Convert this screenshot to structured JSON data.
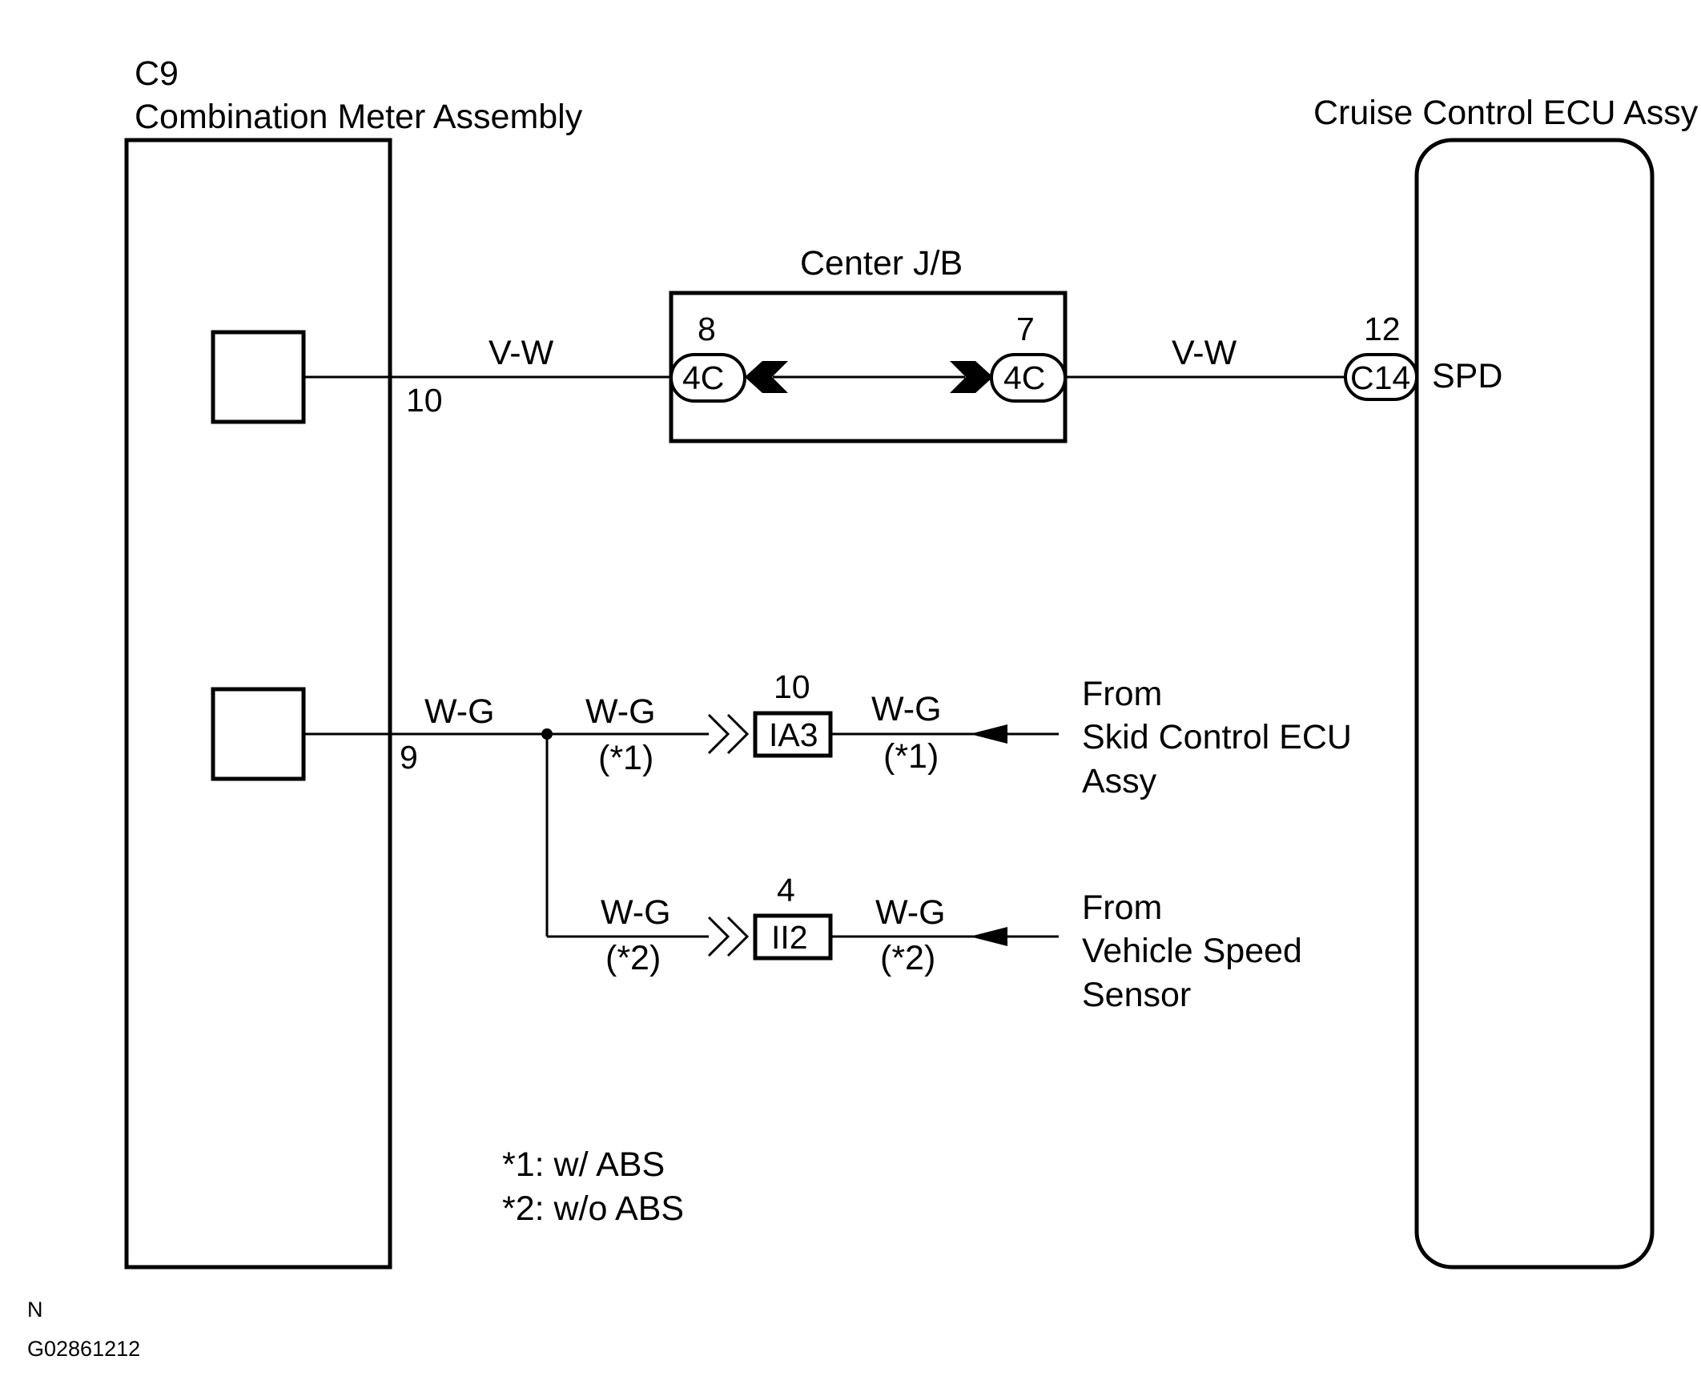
{
  "left_component": {
    "code": "C9",
    "name": "Combination Meter Assembly",
    "pin_top": "10",
    "pin_bottom": "9"
  },
  "right_component": {
    "name": "Cruise Control ECU Assy",
    "pin_number": "12",
    "connector": "C14",
    "terminal": "SPD"
  },
  "junction_block": {
    "name": "Center J/B",
    "left_pin": "8",
    "left_connector": "4C",
    "right_pin": "7",
    "right_connector": "4C"
  },
  "wires": {
    "top_left": "V-W",
    "top_right": "V-W",
    "main_bottom": "W-G",
    "branch1_left": "W-G",
    "branch1_left_note": "(*1)",
    "branch1_right": "W-G",
    "branch1_right_note": "(*1)",
    "branch2_left": "W-G",
    "branch2_left_note": "(*2)",
    "branch2_right": "W-G",
    "branch2_right_note": "(*2)"
  },
  "connectors": {
    "ia3": {
      "pin": "10",
      "label": "IA3"
    },
    "ii2": {
      "pin": "4",
      "label": "II2"
    }
  },
  "sources": {
    "skid": [
      "From",
      "Skid Control ECU",
      "Assy"
    ],
    "speed": [
      "From",
      "Vehicle Speed",
      "Sensor"
    ]
  },
  "notes": [
    "*1: w/ ABS",
    "*2: w/o ABS"
  ],
  "footer": {
    "letter": "N",
    "code": "G02861212"
  }
}
